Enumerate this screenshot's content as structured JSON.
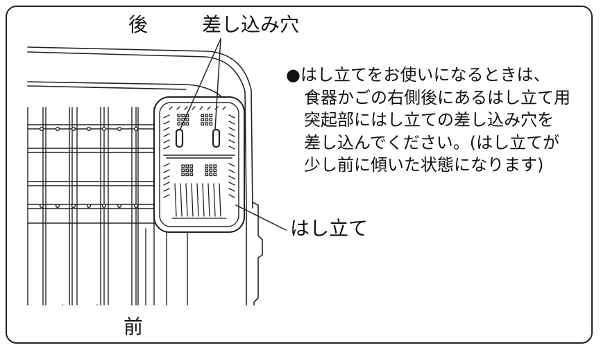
{
  "labels": {
    "back": "後",
    "insertion_hole": "差し込み穴",
    "chopstick_stand": "はし立て",
    "front": "前"
  },
  "note": {
    "lines": [
      "●はし立てをお使いになるときは、",
      "食器かごの右側後にあるはし立て用",
      "突起部にはし立ての差し込み穴を",
      "差し込んでください。(はし立てが",
      "少し前に傾いた状態になります)"
    ]
  },
  "icons": {
    "rack": "dish-rack-illustration",
    "stand": "chopstick-stand-illustration"
  },
  "colors": {
    "line": "#222222",
    "background": "#ffffff"
  }
}
